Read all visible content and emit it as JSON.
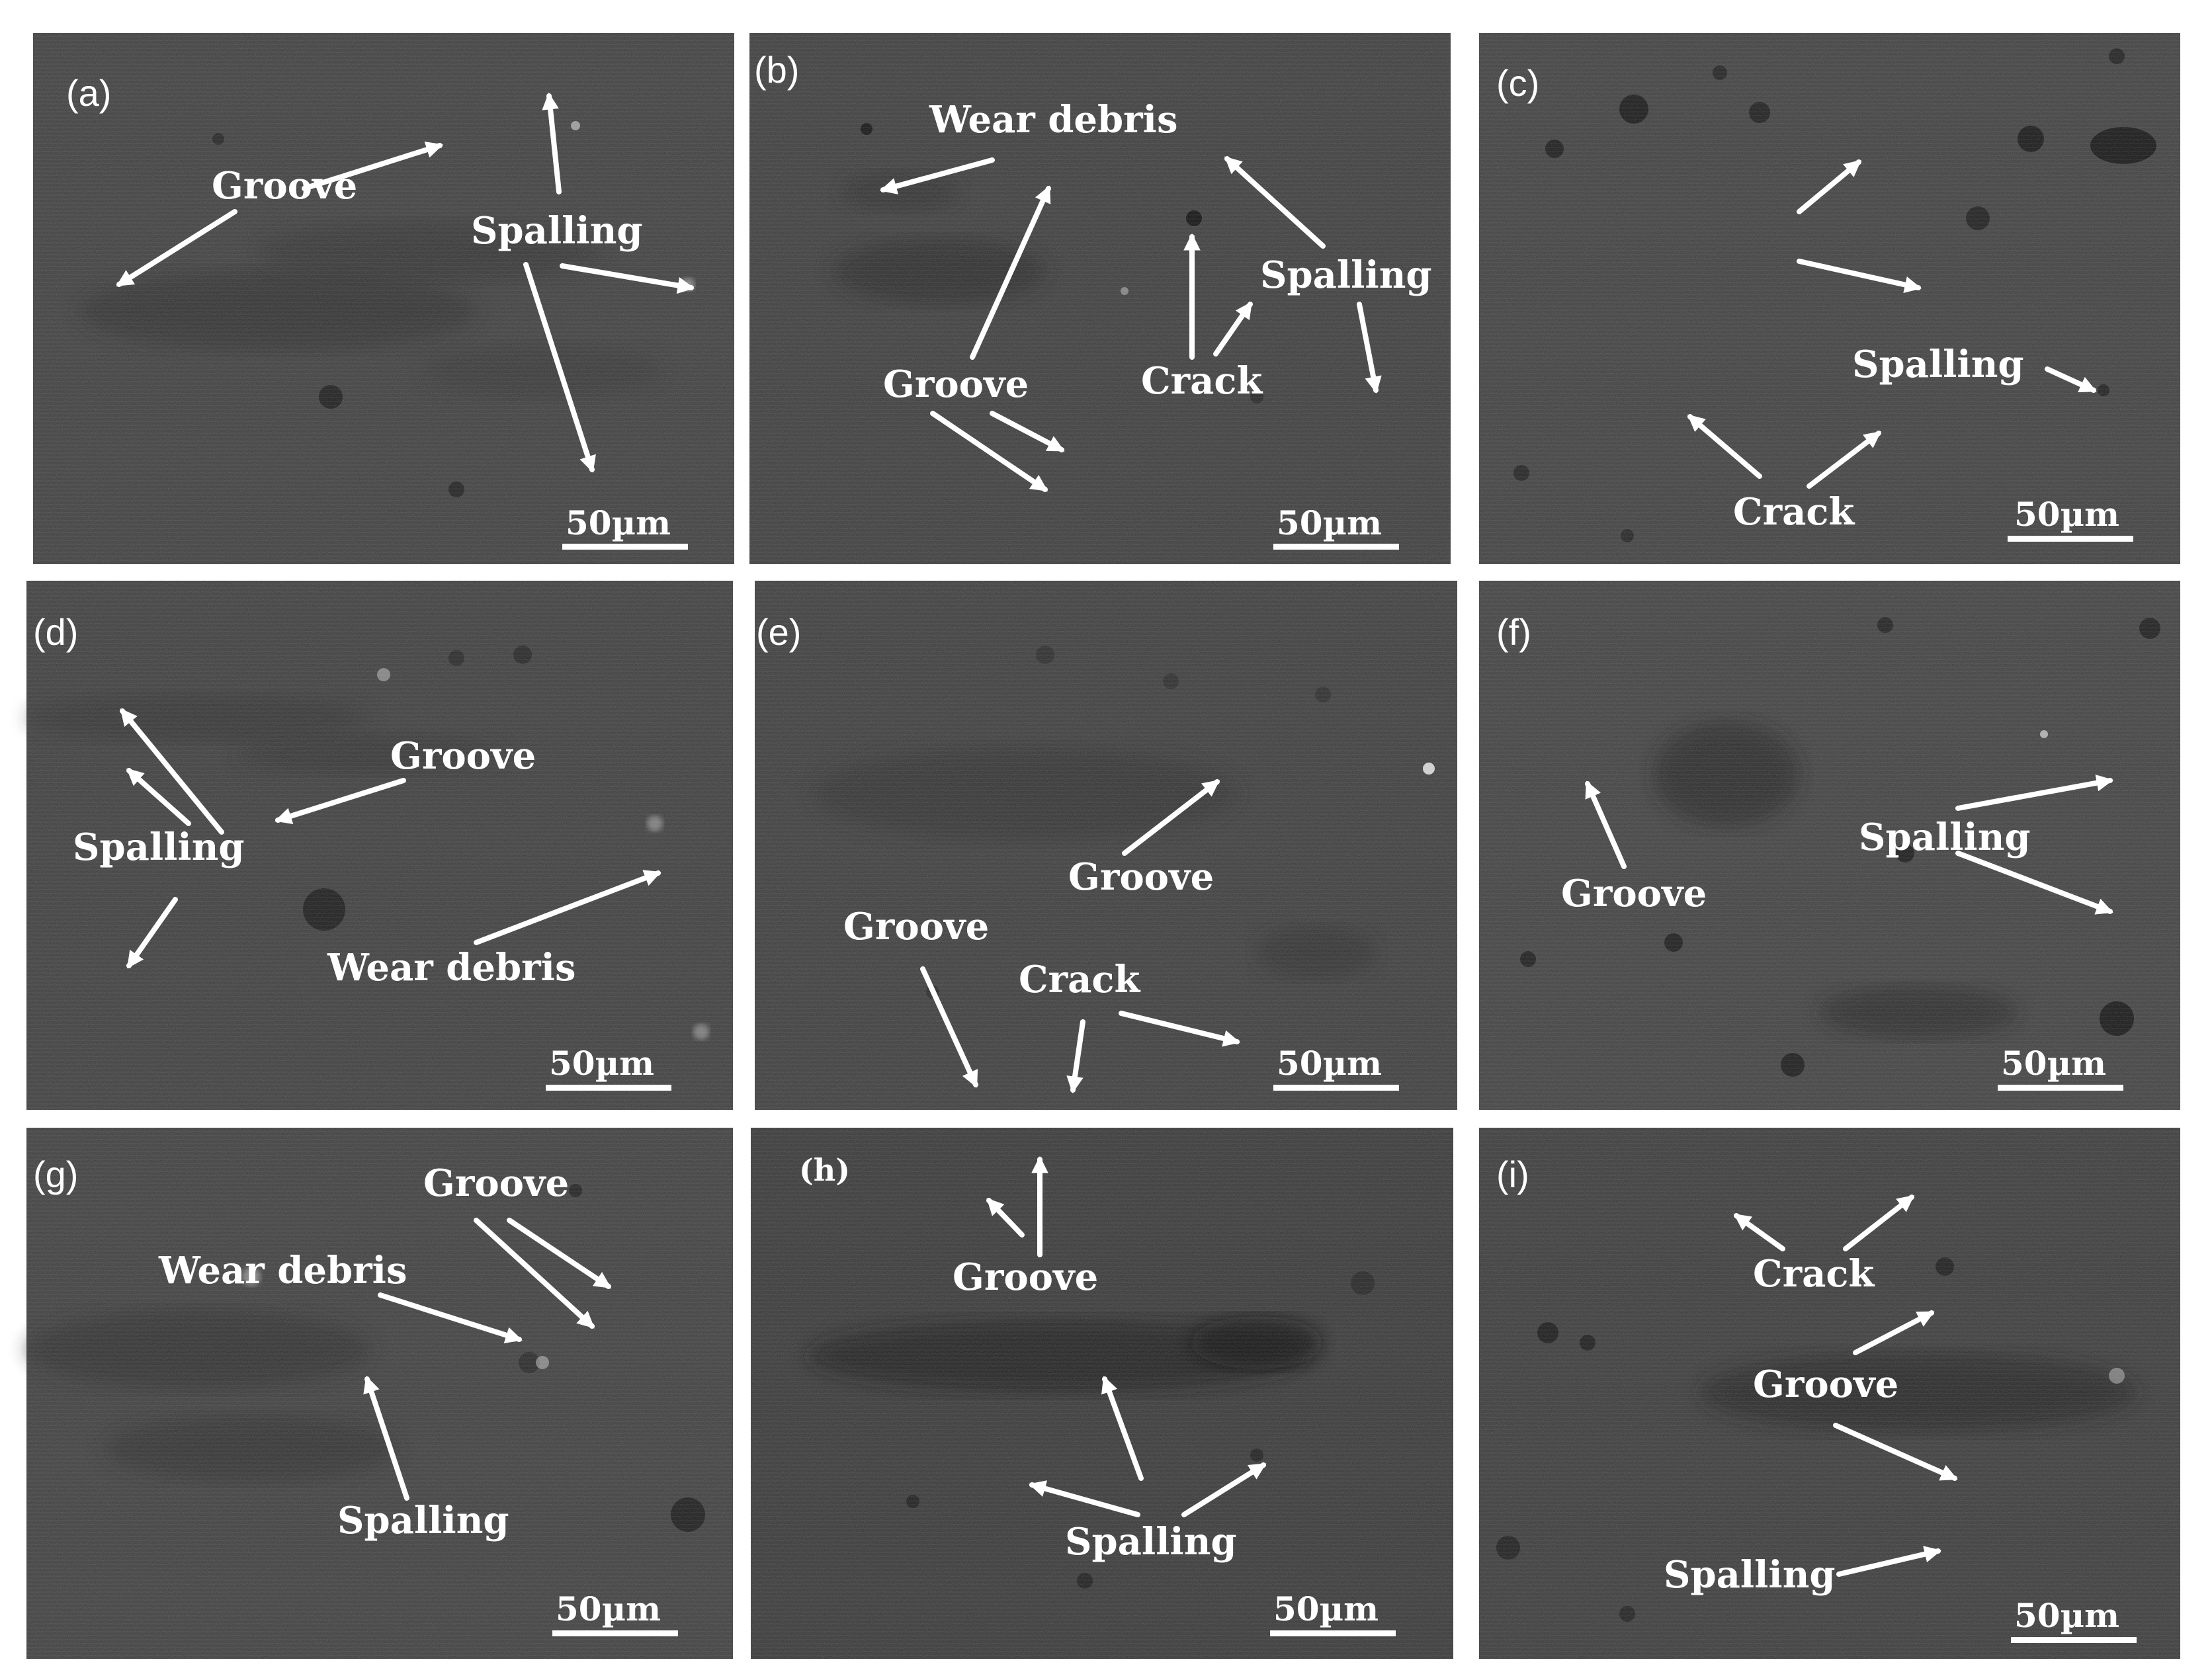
{
  "figure": {
    "scale_bar_label": "50µm",
    "panels": [
      {
        "id": "a",
        "letter": "(a)",
        "labels": [
          {
            "key": "groove",
            "text": "Groove"
          },
          {
            "key": "spalling",
            "text": "Spalling"
          }
        ]
      },
      {
        "id": "b",
        "letter": "(b)",
        "labels": [
          {
            "key": "wear-debris",
            "text": "Wear debris"
          },
          {
            "key": "spalling",
            "text": "Spalling"
          },
          {
            "key": "groove",
            "text": "Groove"
          },
          {
            "key": "crack",
            "text": "Crack"
          }
        ]
      },
      {
        "id": "c",
        "letter": "(c)",
        "labels": [
          {
            "key": "spalling",
            "text": "Spalling"
          },
          {
            "key": "crack",
            "text": "Crack"
          }
        ]
      },
      {
        "id": "d",
        "letter": "(d)",
        "labels": [
          {
            "key": "groove",
            "text": "Groove"
          },
          {
            "key": "spalling",
            "text": "Spalling"
          },
          {
            "key": "wear-debris",
            "text": "Wear debris"
          }
        ]
      },
      {
        "id": "e",
        "letter": "(e)",
        "labels": [
          {
            "key": "groove-upper",
            "text": "Groove"
          },
          {
            "key": "groove-lower",
            "text": "Groove"
          },
          {
            "key": "crack",
            "text": "Crack"
          }
        ]
      },
      {
        "id": "f",
        "letter": "(f)",
        "labels": [
          {
            "key": "spalling",
            "text": "Spalling"
          },
          {
            "key": "groove",
            "text": "Groove"
          }
        ]
      },
      {
        "id": "g",
        "letter": "(g)",
        "labels": [
          {
            "key": "groove",
            "text": "Groove"
          },
          {
            "key": "wear-debris",
            "text": "Wear debris"
          },
          {
            "key": "spalling",
            "text": "Spalling"
          }
        ]
      },
      {
        "id": "h",
        "letter": "(h)",
        "labels": [
          {
            "key": "groove",
            "text": "Groove"
          },
          {
            "key": "spalling",
            "text": "Spalling"
          }
        ]
      },
      {
        "id": "i",
        "letter": "(i)",
        "labels": [
          {
            "key": "crack",
            "text": "Crack"
          },
          {
            "key": "groove",
            "text": "Groove"
          },
          {
            "key": "spalling",
            "text": "Spalling"
          }
        ]
      }
    ]
  }
}
